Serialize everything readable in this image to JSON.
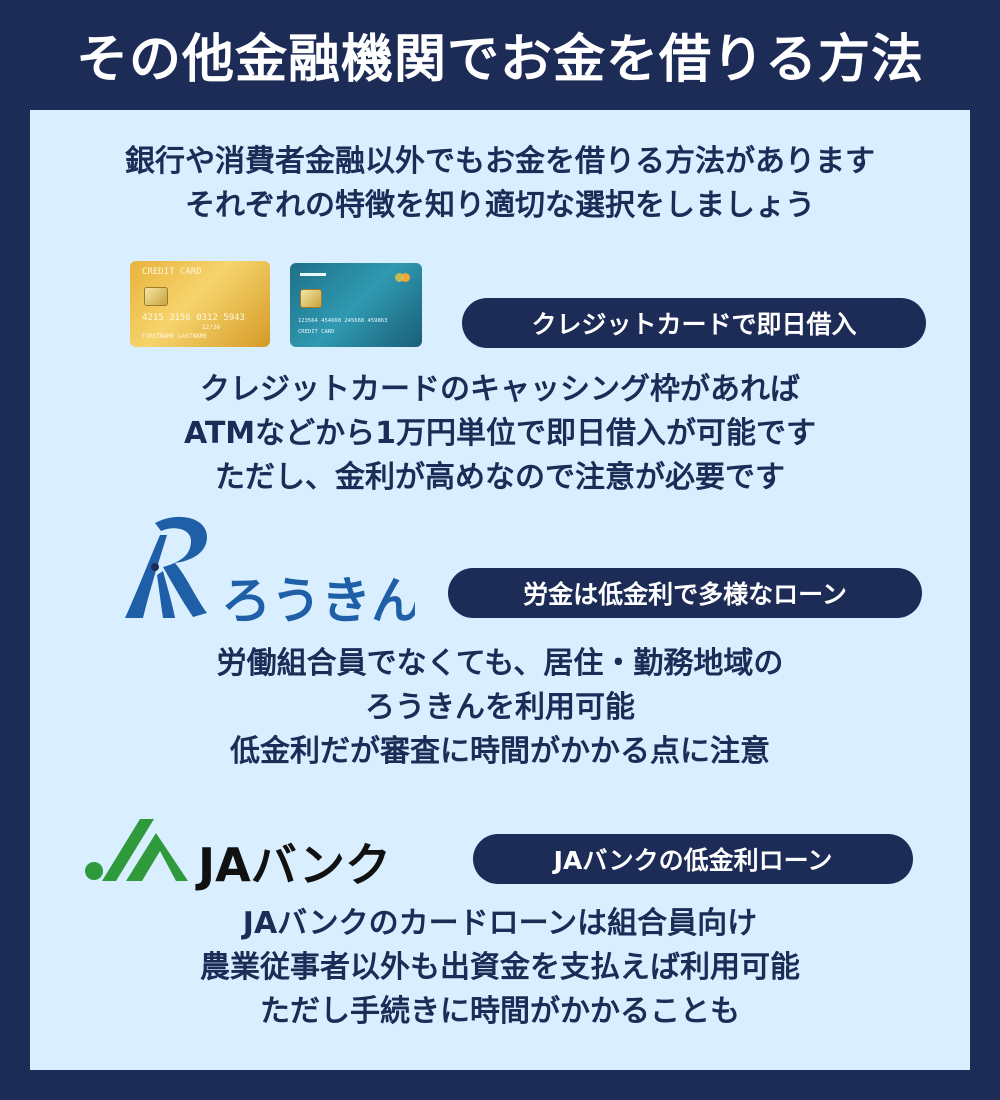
{
  "title": "その他金融機関でお金を借りる方法",
  "intro": {
    "line1": "銀行や消費者金融以外でもお金を借りる方法があります",
    "line2": "それぞれの特徴を知り適切な選択をしましょう"
  },
  "credit": {
    "pill": "クレジットカードで即日借入",
    "card_gold": {
      "label": "CREDIT CARD",
      "number": "4215 3156 0312 5943",
      "expiry": "12/26",
      "holder": "FIRSTNAME LASTNAME"
    },
    "card_teal": {
      "number": "123564 454668 245668 459863",
      "label": "CREDIT CARD"
    },
    "lines": [
      "クレジットカードのキャッシング枠があれば",
      "ATMなどから1万円単位で即日借入が可能です",
      "ただし、金利が高めなので注意が必要です"
    ]
  },
  "rokin": {
    "logo_text": "ろうきん",
    "pill": "労金は低金利で多様なローン",
    "lines": [
      "労働組合員でなくても、居住・勤務地域の",
      "ろうきんを利用可能",
      "低金利だが審査に時間がかかる点に注意"
    ]
  },
  "ja": {
    "logo_text": "JAバンク",
    "pill": "JAバンクの低金利ローン",
    "lines": [
      "JAバンクのカードローンは組合員向け",
      "農業従事者以外も出資金を支払えば利用可能",
      "ただし手続きに時間がかかることも"
    ]
  },
  "colors": {
    "navy": "#1d2b57",
    "panel": "#d9efff",
    "rokin_blue": "#1f5fa8",
    "ja_green": "#2e9a3c"
  }
}
